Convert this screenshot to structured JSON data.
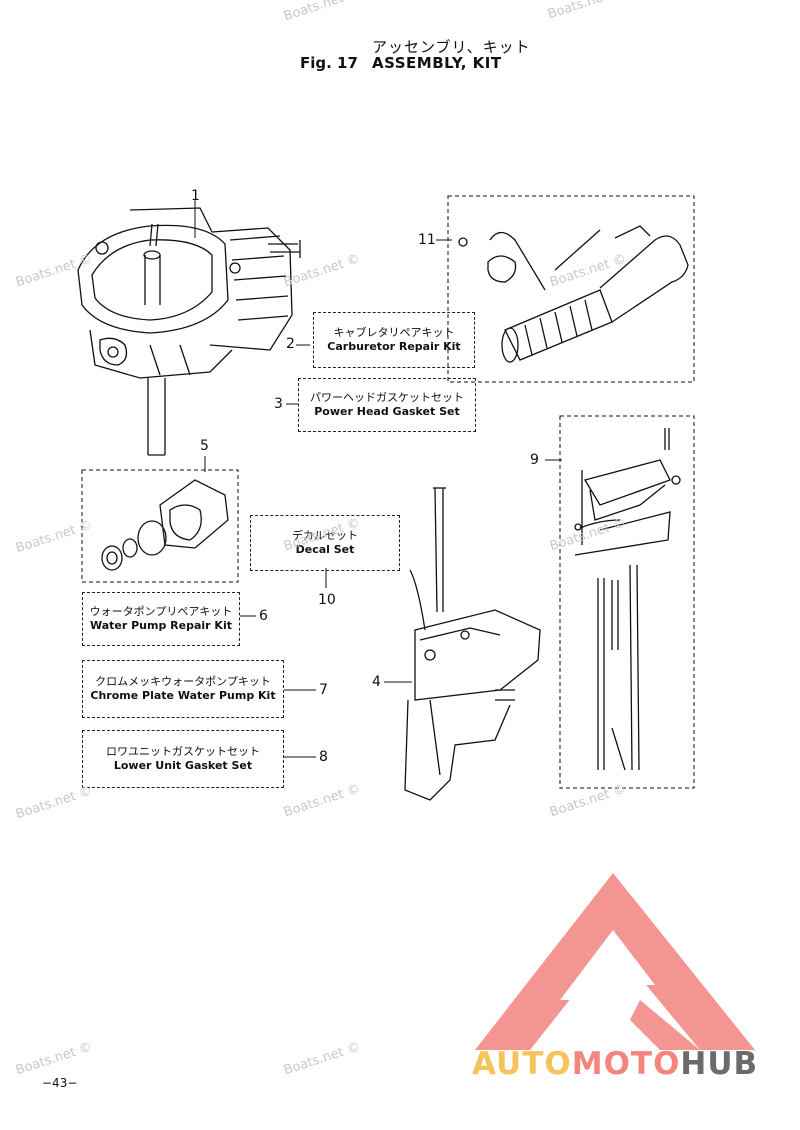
{
  "header": {
    "title_jp": "アッセンブリ、キット",
    "fig_no": "Fig. 17",
    "title_en": "ASSEMBLY, KIT"
  },
  "callouts": [
    "1",
    "2",
    "3",
    "4",
    "5",
    "6",
    "7",
    "8",
    "9",
    "10",
    "11"
  ],
  "kits": {
    "carburetor": {
      "jp": "キャブレタリペアキット",
      "en": "Carburetor Repair Kit"
    },
    "power_head": {
      "jp": "パワーヘッドガスケットセット",
      "en": "Power Head Gasket Set"
    },
    "decal": {
      "jp": "デカルセット",
      "en": "Decal Set"
    },
    "water_pump": {
      "jp": "ウォータポンプリペアキット",
      "en": "Water Pump Repair Kit"
    },
    "chrome_pump": {
      "jp": "クロムメッキウォータポンプキット",
      "en": "Chrome Plate Water Pump Kit"
    },
    "lower_unit": {
      "jp": "ロワユニットガスケットセット",
      "en": "Lower Unit Gasket Set"
    }
  },
  "watermark": "Boats.net ©",
  "page_number": "−43−",
  "brand": {
    "part1": "AUTO",
    "part2": "MOTO",
    "part3": "HUB"
  },
  "colors": {
    "brand_yellow": "#f5c35a",
    "brand_red": "#f3857d",
    "brand_gray": "#6b6b6b",
    "logo_red": "#f28b86"
  }
}
